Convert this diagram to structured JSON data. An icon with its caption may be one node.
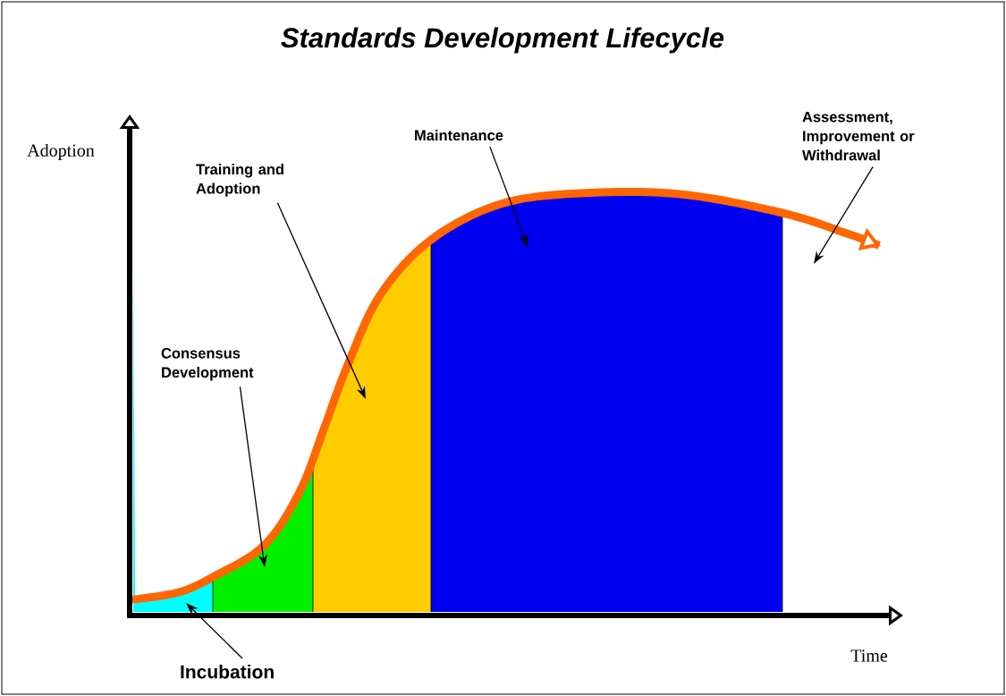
{
  "diagram": {
    "title": "Standards Development Lifecycle",
    "nodes": [
      {
        "text": [
          "Assessment, Improvement or Withdrawal"
        ]
      },
      {
        "text": [
          "Maintenance"
        ]
      },
      {
        "text": [
          "Training and Adoption"
        ]
      },
      {
        "text": [
          "Consensus Development"
        ]
      },
      {
        "text": [
          "Incubation"
        ]
      },
      {
        "text": [],
        "shape": "region"
      },
      {
        "text": [],
        "shape": "region"
      },
      {
        "text": [],
        "shape": "region"
      },
      {
        "text": [],
        "shape": "region"
      }
    ],
    "edges": [
      {
        "from": 0,
        "to": null,
        "arrow": "to"
      },
      {
        "from": 1,
        "to": 8,
        "arrow": "to"
      },
      {
        "from": 2,
        "to": 7,
        "arrow": "to"
      },
      {
        "from": 3,
        "to": 6,
        "arrow": "to"
      },
      {
        "from": 4,
        "to": 5,
        "arrow": "to"
      }
    ],
    "labels": [
      "Adoption",
      "Time"
    ]
  }
}
